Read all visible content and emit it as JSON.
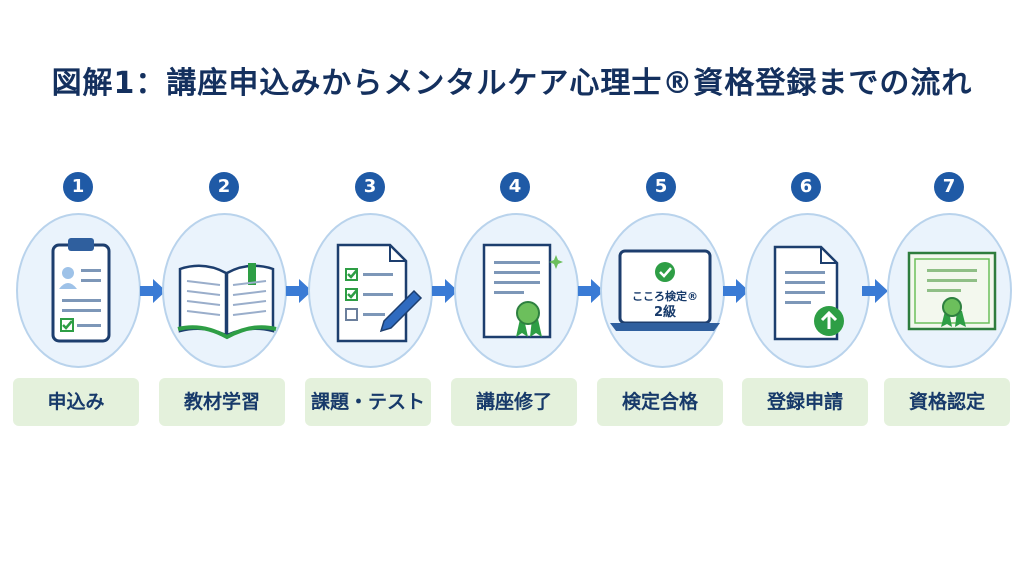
{
  "title": "図解1：講座申込みからメンタルケア心理士®資格登録までの流れ",
  "colors": {
    "accent": "#1f5aa6",
    "arrow": "#3a7bd5",
    "label_bg": "#e4f1dc",
    "check": "#2e9e45"
  },
  "steps": [
    {
      "num": "1",
      "label": "申込み",
      "icon": "clipboard-application-icon"
    },
    {
      "num": "2",
      "label": "教材学習",
      "icon": "open-book-icon"
    },
    {
      "num": "3",
      "label": "課題・テスト",
      "icon": "checklist-pencil-icon"
    },
    {
      "num": "4",
      "label": "講座修了",
      "icon": "certificate-ribbon-icon"
    },
    {
      "num": "5",
      "label": "検定合格",
      "icon": "laptop-exam-pass-icon",
      "screen_line1": "こころ検定®",
      "screen_line2": "2級"
    },
    {
      "num": "6",
      "label": "登録申請",
      "icon": "document-upload-icon"
    },
    {
      "num": "7",
      "label": "資格認定",
      "icon": "diploma-award-icon"
    }
  ]
}
